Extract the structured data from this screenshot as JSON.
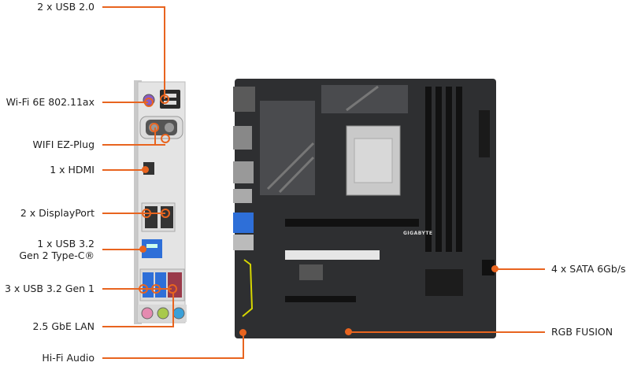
{
  "labels": {
    "usb20": "2 x USB 2.0",
    "wifi": "Wi-Fi 6E 802.11ax",
    "ezplug": "WIFI EZ-Plug",
    "hdmi": "1 x HDMI",
    "displayport": "2 x DisplayPort",
    "typec_1": "1 x USB 3.2",
    "typec_2": "Gen 2 Type-C®",
    "usb32": "3 x USB 3.2 Gen 1",
    "lan": "2.5 GbE LAN",
    "audio": "Hi-Fi Audio",
    "sata": "4 x SATA 6Gb/s",
    "rgb": "RGB FUSION"
  },
  "board_brand": "GIGABYTE",
  "colors": {
    "accent": "#e8641f",
    "board": "#2e2f31",
    "usb3_blue": "#2e6fd8"
  }
}
